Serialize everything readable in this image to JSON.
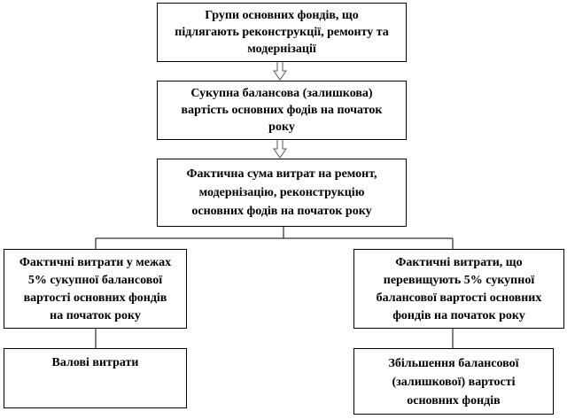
{
  "boxes": {
    "groups": [
      "Групи основних фондів, що",
      "підлягають реконструкції, ремонту та",
      "модернізації"
    ],
    "total_value": [
      "Сукупна балансова (залишкова)",
      "вартість основних фодів на початок",
      "року"
    ],
    "actual_sum": [
      "Фактична сума витрат на ремонт,",
      "модернізацію, реконструкцію",
      "основних фодів на початок року"
    ],
    "within_5": [
      "Фактичні витрати у межах",
      "5% сукупної балансової",
      "вартості основних фондів",
      "на початок року"
    ],
    "exceeding_5": [
      "Фактичні витрати, що",
      "перевищують 5% сукупної",
      "балансової вартості основних",
      "фондів на початок року"
    ],
    "gross_expenses": [
      "Валові витрати"
    ],
    "value_increase": [
      "Збільшення балансової",
      "(залишкової) вартості",
      "основних фондів"
    ]
  }
}
